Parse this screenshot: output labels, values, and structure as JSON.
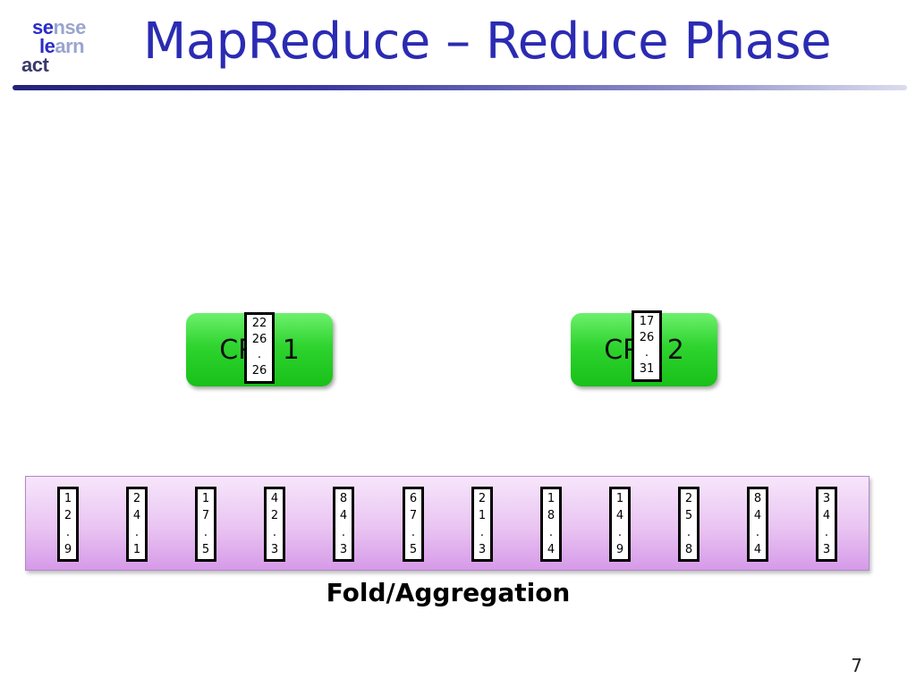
{
  "logo": {
    "r1": [
      "se",
      "nse"
    ],
    "r2": [
      "le",
      "arn"
    ],
    "r3": [
      "act"
    ]
  },
  "title": "MapReduce – Reduce Phase",
  "cpus": [
    {
      "label": "CPU 1",
      "card": [
        "22",
        "26",
        ".",
        "26"
      ]
    },
    {
      "label": "CPU 2",
      "card": [
        "17",
        "26",
        ".",
        "31"
      ]
    }
  ],
  "items": [
    [
      "1",
      "2",
      ".",
      "9"
    ],
    [
      "2",
      "4",
      ".",
      "1"
    ],
    [
      "1",
      "7",
      ".",
      "5"
    ],
    [
      "4",
      "2",
      ".",
      "3"
    ],
    [
      "8",
      "4",
      ".",
      "3"
    ],
    [
      "6",
      "7",
      ".",
      "5"
    ],
    [
      "2",
      "1",
      ".",
      "3"
    ],
    [
      "1",
      "8",
      ".",
      "4"
    ],
    [
      "1",
      "4",
      ".",
      "9"
    ],
    [
      "2",
      "5",
      ".",
      "8"
    ],
    [
      "8",
      "4",
      ".",
      "4"
    ],
    [
      "3",
      "4",
      ".",
      "3"
    ]
  ],
  "caption": "Fold/Aggregation",
  "page_number": "7",
  "colors": {
    "title": "#2b2bb3",
    "cpu": "#2fd42f",
    "band": "#e9c4f2"
  }
}
